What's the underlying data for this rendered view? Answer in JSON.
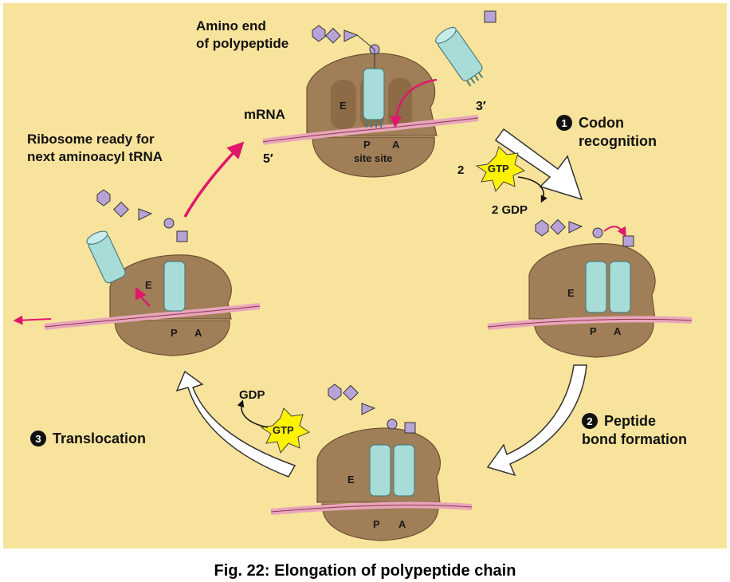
{
  "diagram": {
    "panel_background": "#f8e39c",
    "colors": {
      "ribosome": "#a07e57",
      "ribosome_dark": "#7e5f3e",
      "mrna": "#e9a6bb",
      "trna": "#a8dcd8",
      "trna_dark": "#4c7f7c",
      "amino_acid": "#b8a3d6",
      "arrow_magenta": "#e0176a",
      "gtp_burst": "#fff200"
    },
    "labels": {
      "amino_end": "Amino end",
      "of_polypeptide": "of polypeptide",
      "mrna": "mRNA",
      "three_prime": "3′",
      "five_prime": "5′",
      "ribosome_ready_1": "Ribosome ready for",
      "ribosome_ready_2": "next aminoacyl tRNA"
    },
    "steps": [
      {
        "number": "1",
        "line1": "Codon",
        "line2": "recognition"
      },
      {
        "number": "2",
        "line1": "Peptide",
        "line2": "bond formation"
      },
      {
        "number": "3",
        "line1": "Translocation",
        "line2": ""
      }
    ],
    "energy": {
      "gtp": "GTP",
      "gdp": "GDP",
      "two_gtp_prefix": "2",
      "two_gdp": "2 GDP"
    },
    "sites": {
      "e": "E",
      "p": "P",
      "a": "A",
      "site_word": "site site"
    }
  },
  "caption": "Fig. 22: Elongation of polypeptide chain"
}
